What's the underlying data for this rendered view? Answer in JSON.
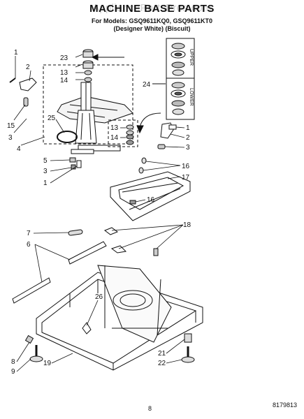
{
  "header": {
    "watermark": "AppliancePartsPros.com",
    "title": "MACHINE BASE PARTS",
    "models": "For Models: GSQ9611KQ0, GSQ9611KT0",
    "subtitle": "(Designer White)      (Biscuit)"
  },
  "footer": {
    "page_number": "8",
    "part_number": "8179813"
  },
  "inset": {
    "upper_label": "UPPER",
    "lower_label": "LOWER"
  },
  "callouts": {
    "c1a": "1",
    "c2a": "2",
    "c15": "15",
    "c3a": "3",
    "c4": "4",
    "c25": "25",
    "c23": "23",
    "c13a": "13",
    "c14a": "14",
    "c24": "24",
    "c13b": "13",
    "c14b": "14",
    "c1b": "1",
    "c2b": "2",
    "c3b": "3",
    "c5": "5",
    "c3c": "3",
    "c1c": "1",
    "c16a": "16",
    "c17": "17",
    "c16b": "16",
    "c7": "7",
    "c6": "6",
    "c18": "18",
    "c26": "26",
    "c8": "8",
    "c9": "9",
    "c19": "19",
    "c21": "21",
    "c22": "22"
  }
}
